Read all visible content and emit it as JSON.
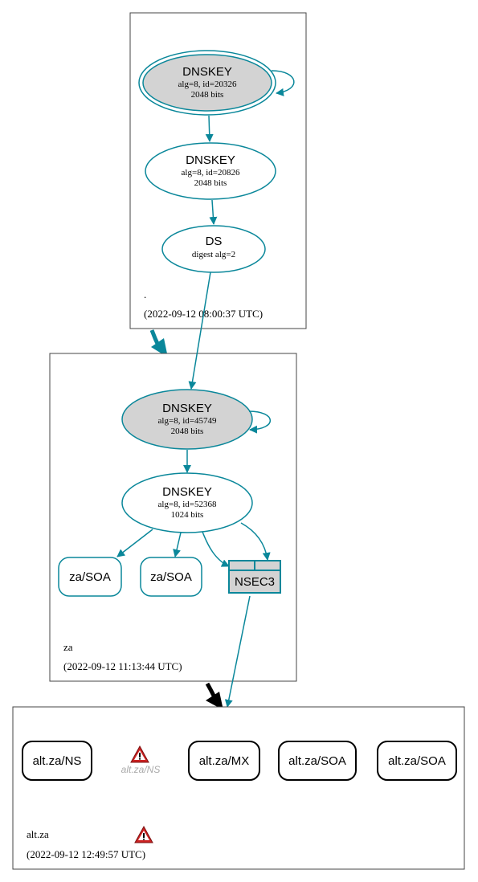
{
  "colors": {
    "edge": "#0a879a",
    "box_border": "#444444",
    "key_fill_secure": "#d3d3d3",
    "node_fill": "#ffffff",
    "warning": "#cc2222",
    "warning_label": "#aaaaaa",
    "delegation_insecure": "#000000"
  },
  "zones": {
    "root": {
      "name": ".",
      "timestamp": "(2022-09-12 08:00:37 UTC)",
      "ksk": {
        "title": "DNSKEY",
        "line1": "alg=8, id=20326",
        "line2": "2048 bits"
      },
      "zsk": {
        "title": "DNSKEY",
        "line1": "alg=8, id=20826",
        "line2": "2048 bits"
      },
      "ds": {
        "title": "DS",
        "line1": "digest alg=2"
      }
    },
    "za": {
      "name": "za",
      "timestamp": "(2022-09-12 11:13:44 UTC)",
      "ksk": {
        "title": "DNSKEY",
        "line1": "alg=8, id=45749",
        "line2": "2048 bits"
      },
      "zsk": {
        "title": "DNSKEY",
        "line1": "alg=8, id=52368",
        "line2": "1024 bits"
      },
      "soa1": "za/SOA",
      "soa2": "za/SOA",
      "nsec3": "NSEC3"
    },
    "altza": {
      "name": "alt.za",
      "timestamp": "(2022-09-12 12:49:57 UTC)",
      "ns": "alt.za/NS",
      "ns_warning_label": "alt.za/NS",
      "mx": "alt.za/MX",
      "soa1": "alt.za/SOA",
      "soa2": "alt.za/SOA"
    }
  },
  "icons": {
    "warning": "warning-triangle-icon"
  }
}
